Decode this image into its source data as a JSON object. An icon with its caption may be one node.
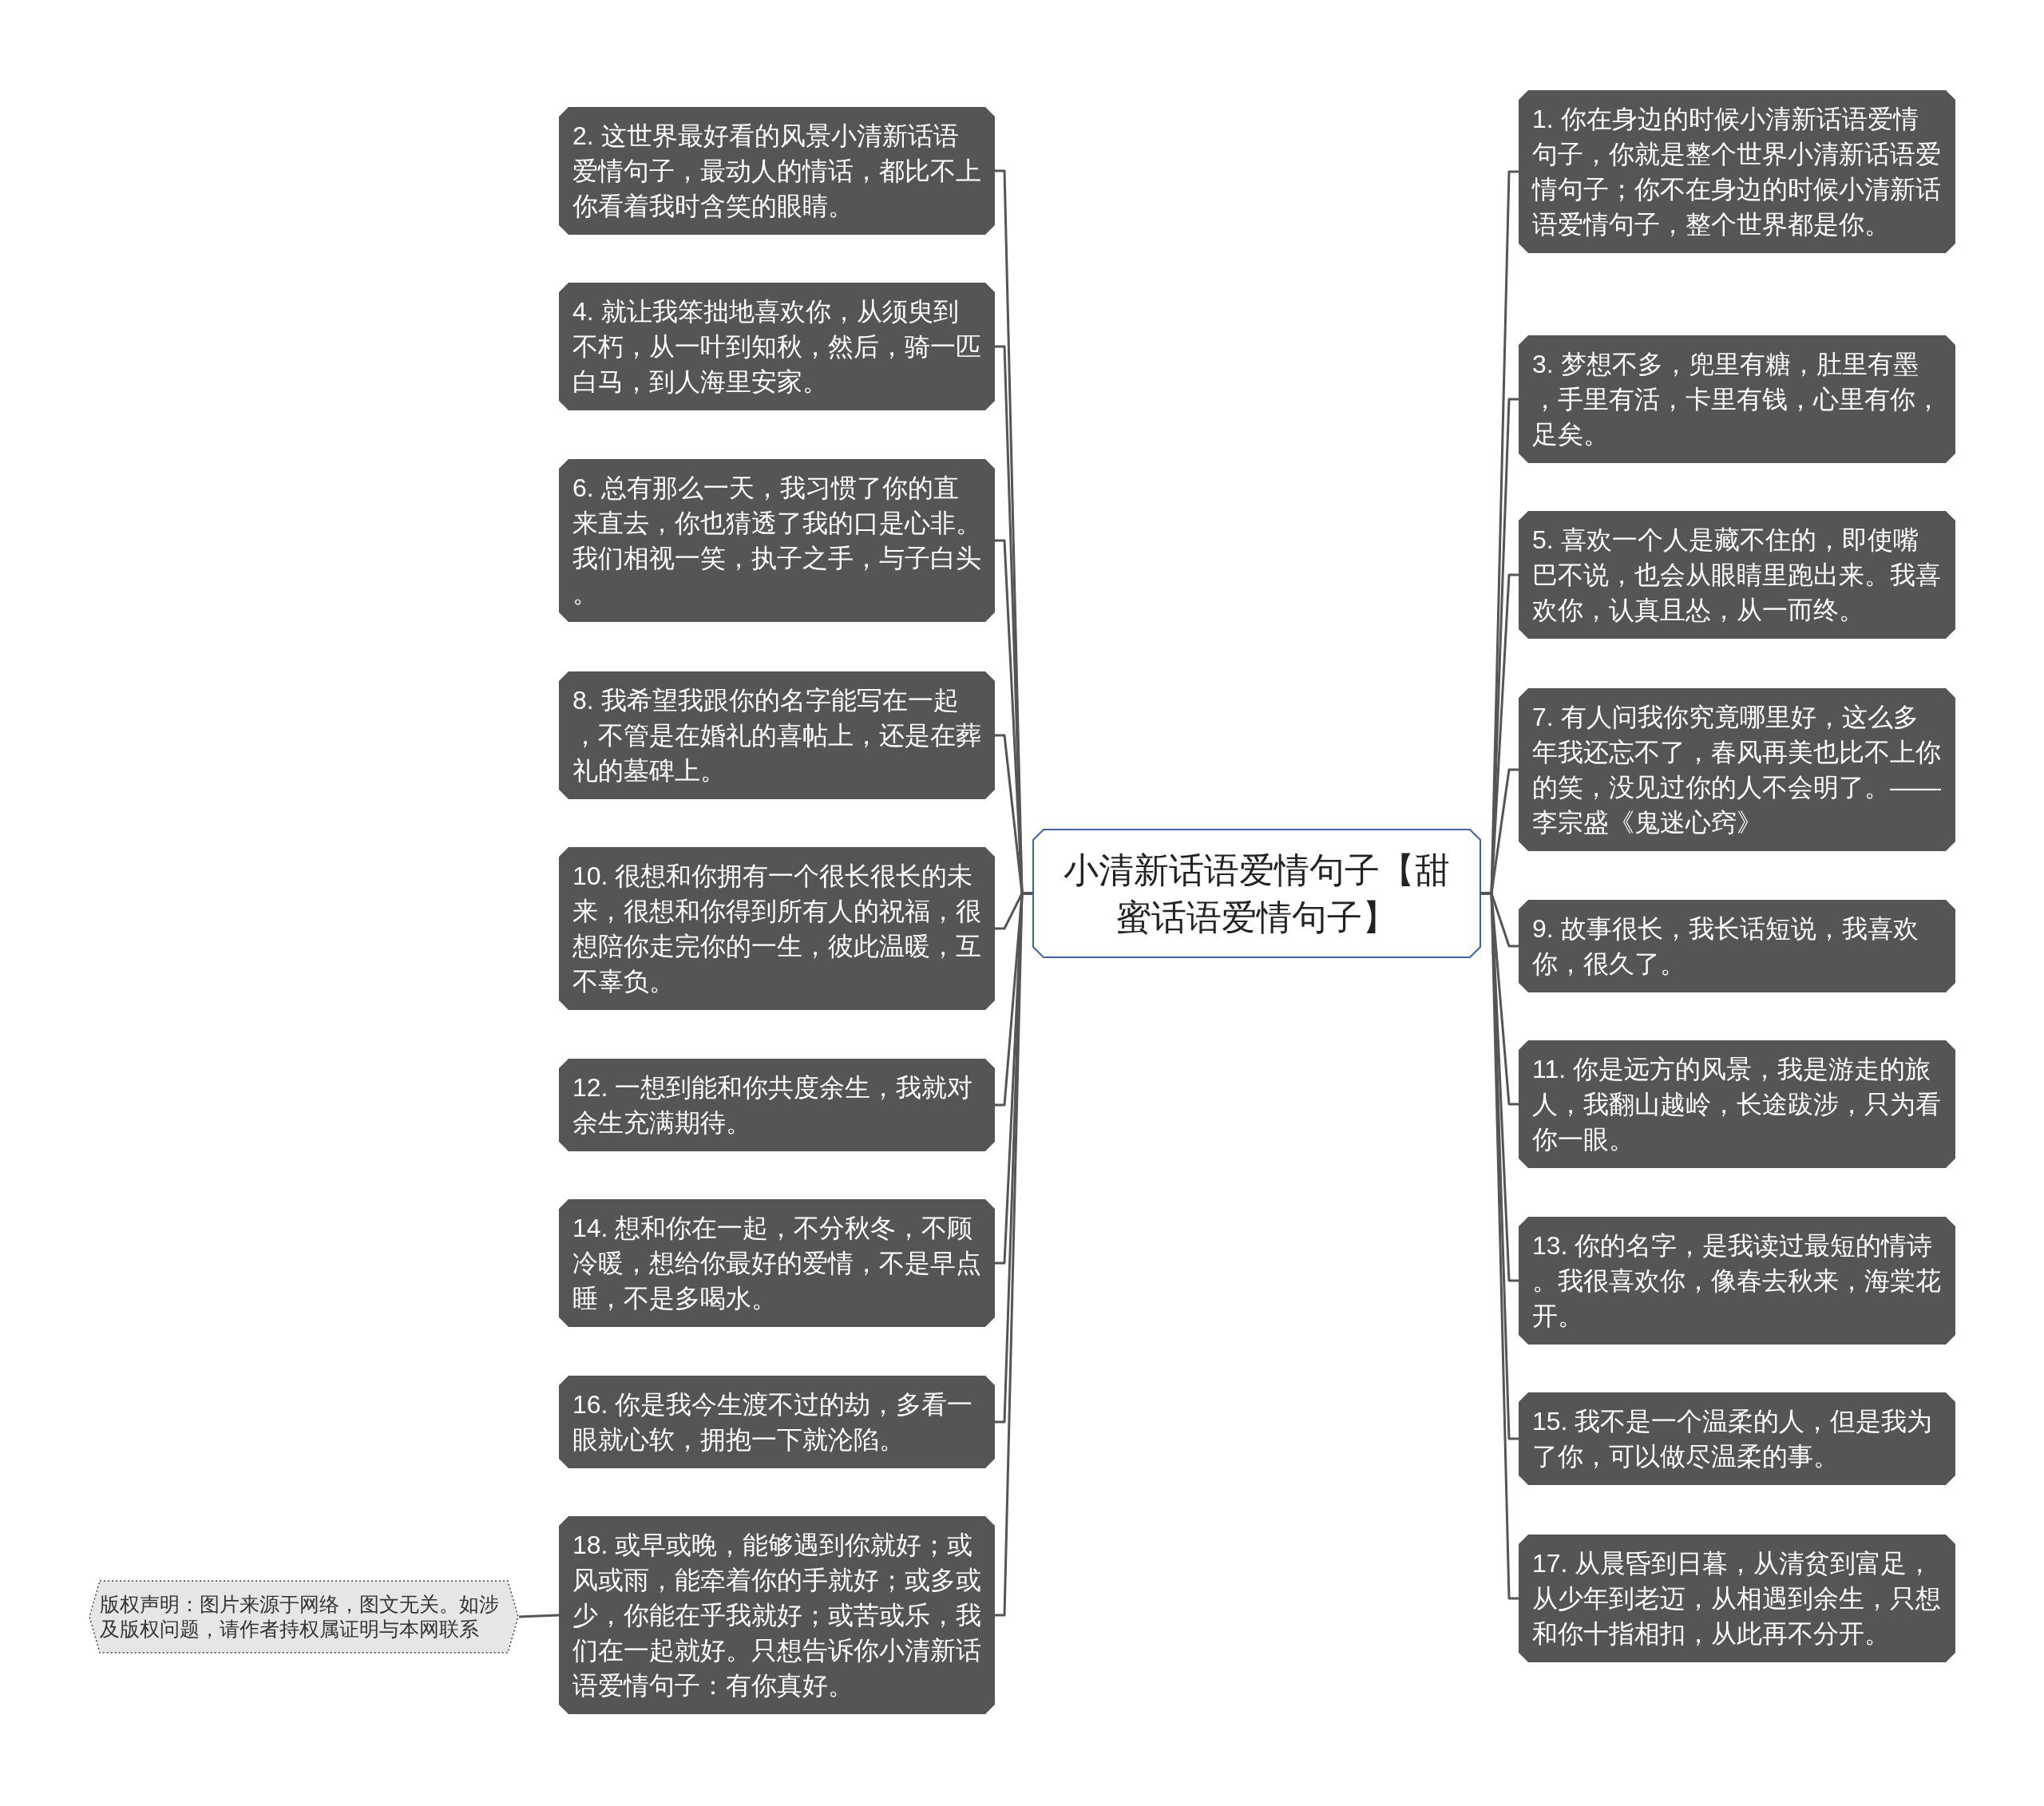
{
  "diagram": {
    "nodes": [
      {
        "text": [
          "小清新话语爱情句子【甜蜜话语爱情句子】"
        ]
      },
      {
        "text": [
          "1. 你在身边的时候小清新话语爱情句子，你就是整个世界小清新话语爱情句子；你不在身边的时候小清新话语爱情句子，整个世界都是你。"
        ]
      },
      {
        "text": [
          "2. 这世界最好看的风景小清新话语爱情句子，最动人的情话，都比不上你看着我时含笑的眼睛。"
        ]
      },
      {
        "text": [
          "3. 梦想不多，兜里有糖，肚里有墨，手里有活，卡里有钱，心里有你，足矣。"
        ]
      },
      {
        "text": [
          "4. 就让我笨拙地喜欢你，从须臾到不朽，从一叶到知秋，然后，骑一匹白马，到人海里安家。"
        ]
      },
      {
        "text": [
          "5. 喜欢一个人是藏不住的，即使嘴巴不说，也会从眼睛里跑出来。我喜欢你，认真且怂，从一而终。"
        ]
      },
      {
        "text": [
          "6. 总有那么一天，我习惯了你的直来直去，你也猜透了我的口是心非。我们相视一笑，执子之手，与子白头。"
        ]
      },
      {
        "text": [
          "7. 有人问我你究竟哪里好，这么多年我还忘不了，春风再美也比不上你的笑，没见过你的人不会明了。——李宗盛《鬼迷心窍》"
        ]
      },
      {
        "text": [
          "8. 我希望我跟你的名字能写在一起，不管是在婚礼的喜帖上，还是在葬礼的墓碑上。"
        ]
      },
      {
        "text": [
          "9. 故事很长，我长话短说，我喜欢你，很久了。"
        ]
      },
      {
        "text": [
          "10. 很想和你拥有一个很长很长的未来，很想和你得到所有人的祝福，很想陪你走完你的一生，彼此温暖，互不辜负。"
        ]
      },
      {
        "text": [
          "11. 你是远方的风景，我是游走的旅人，我翻山越岭，长途跋涉，只为看你一眼。"
        ]
      },
      {
        "text": [
          "12. 一想到能和你共度余生，我就对余生充满期待。"
        ]
      },
      {
        "text": [
          "13. 你的名字，是我读过最短的情诗。我很喜欢你，像春去秋来，海棠花开。"
        ]
      },
      {
        "text": [
          "14. 想和你在一起，不分秋冬，不顾冷暖，想给你最好的爱情，不是早点睡，不是多喝水。"
        ]
      },
      {
        "text": [
          "15. 我不是一个温柔的人，但是我为了你，可以做尽温柔的事。"
        ]
      },
      {
        "text": [
          "16. 你是我今生渡不过的劫，多看一眼就心软，拥抱一下就沦陷。"
        ]
      },
      {
        "text": [
          "17. 从晨昏到日暮，从清贫到富足，从少年到老迈，从相遇到余生，只想和你十指相扣，从此再不分开。"
        ]
      },
      {
        "text": [
          "18. 或早或晚，能够遇到你就好；或风或雨，能牵着你的手就好；或多或少，你能在乎我就好；或苦或乐，我们在一起就好。只想告诉你小清新话语爱情句子：有你真好。"
        ]
      },
      {
        "text": [
          "版权声明：图片来源于网络，图文无关。如涉及版权问题，请作者持权属证明与本网联系"
        ]
      }
    ],
    "edges": [
      {
        "from": 0,
        "to": 1,
        "arrow": "none"
      },
      {
        "from": 0,
        "to": 2,
        "arrow": "none"
      },
      {
        "from": 0,
        "to": 3,
        "arrow": "none"
      },
      {
        "from": 0,
        "to": 4,
        "arrow": "none"
      },
      {
        "from": 0,
        "to": 5,
        "arrow": "none"
      },
      {
        "from": 0,
        "to": 6,
        "arrow": "none"
      },
      {
        "from": 0,
        "to": 7,
        "arrow": "none"
      },
      {
        "from": 0,
        "to": 8,
        "arrow": "none"
      },
      {
        "from": 0,
        "to": 9,
        "arrow": "none"
      },
      {
        "from": 0,
        "to": 10,
        "arrow": "none"
      },
      {
        "from": 0,
        "to": 11,
        "arrow": "none"
      },
      {
        "from": 0,
        "to": 12,
        "arrow": "none"
      },
      {
        "from": 0,
        "to": 13,
        "arrow": "none"
      },
      {
        "from": 0,
        "to": 14,
        "arrow": "none"
      },
      {
        "from": 0,
        "to": 15,
        "arrow": "none"
      },
      {
        "from": 0,
        "to": 16,
        "arrow": "none"
      },
      {
        "from": 0,
        "to": 17,
        "arrow": "none"
      },
      {
        "from": 0,
        "to": 18,
        "arrow": "none"
      },
      {
        "from": 18,
        "to": 19,
        "arrow": "none"
      }
    ]
  }
}
